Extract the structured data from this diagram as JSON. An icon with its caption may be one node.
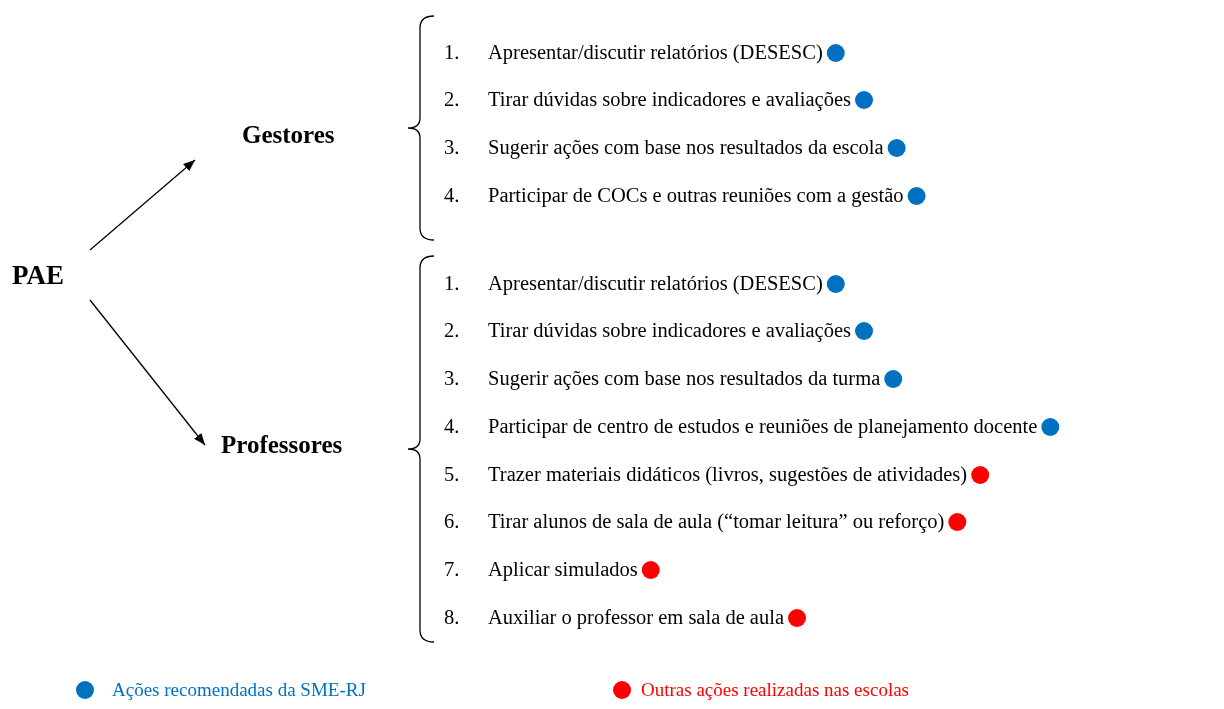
{
  "diagram": {
    "nodes": [
      {
        "text": [
          "PAE"
        ]
      },
      {
        "text": [
          "Gestores"
        ]
      },
      {
        "text": [
          "Professores"
        ]
      }
    ],
    "edges": [
      {
        "from": 0,
        "to": 1,
        "arrow": "to"
      },
      {
        "from": 0,
        "to": 2,
        "arrow": "to"
      }
    ],
    "labels": [
      "1.",
      "Apresentar/discutir relatórios (DESESC)",
      "2.",
      "Tirar dúvidas sobre indicadores e avaliações",
      "3.",
      "Sugerir ações com base nos resultados da escola",
      "4.",
      "Participar de COCs e outras reuniões com a gestão",
      "1.",
      "Apresentar/discutir relatórios (DESESC)",
      "2.",
      "Tirar dúvidas sobre indicadores e avaliações",
      "3.",
      "Sugerir ações com base nos resultados da turma",
      "4.",
      "Participar de centro de estudos e reuniões de planejamento docente",
      "5.",
      "Trazer materiais didáticos (livros, sugestões de atividades)",
      "6.",
      "Tirar alunos de sala de aula (“tomar leitura” ou reforço)",
      "7.",
      "Aplicar simulados",
      "8.",
      "Auxiliar o professor em sala de aula"
    ],
    "legend": [
      {
        "text": "Ações recomendadas da SME-RJ",
        "color": "#0070c0"
      },
      {
        "text": "Outras ações realizadas nas escolas",
        "color": "#ff0000"
      }
    ]
  }
}
